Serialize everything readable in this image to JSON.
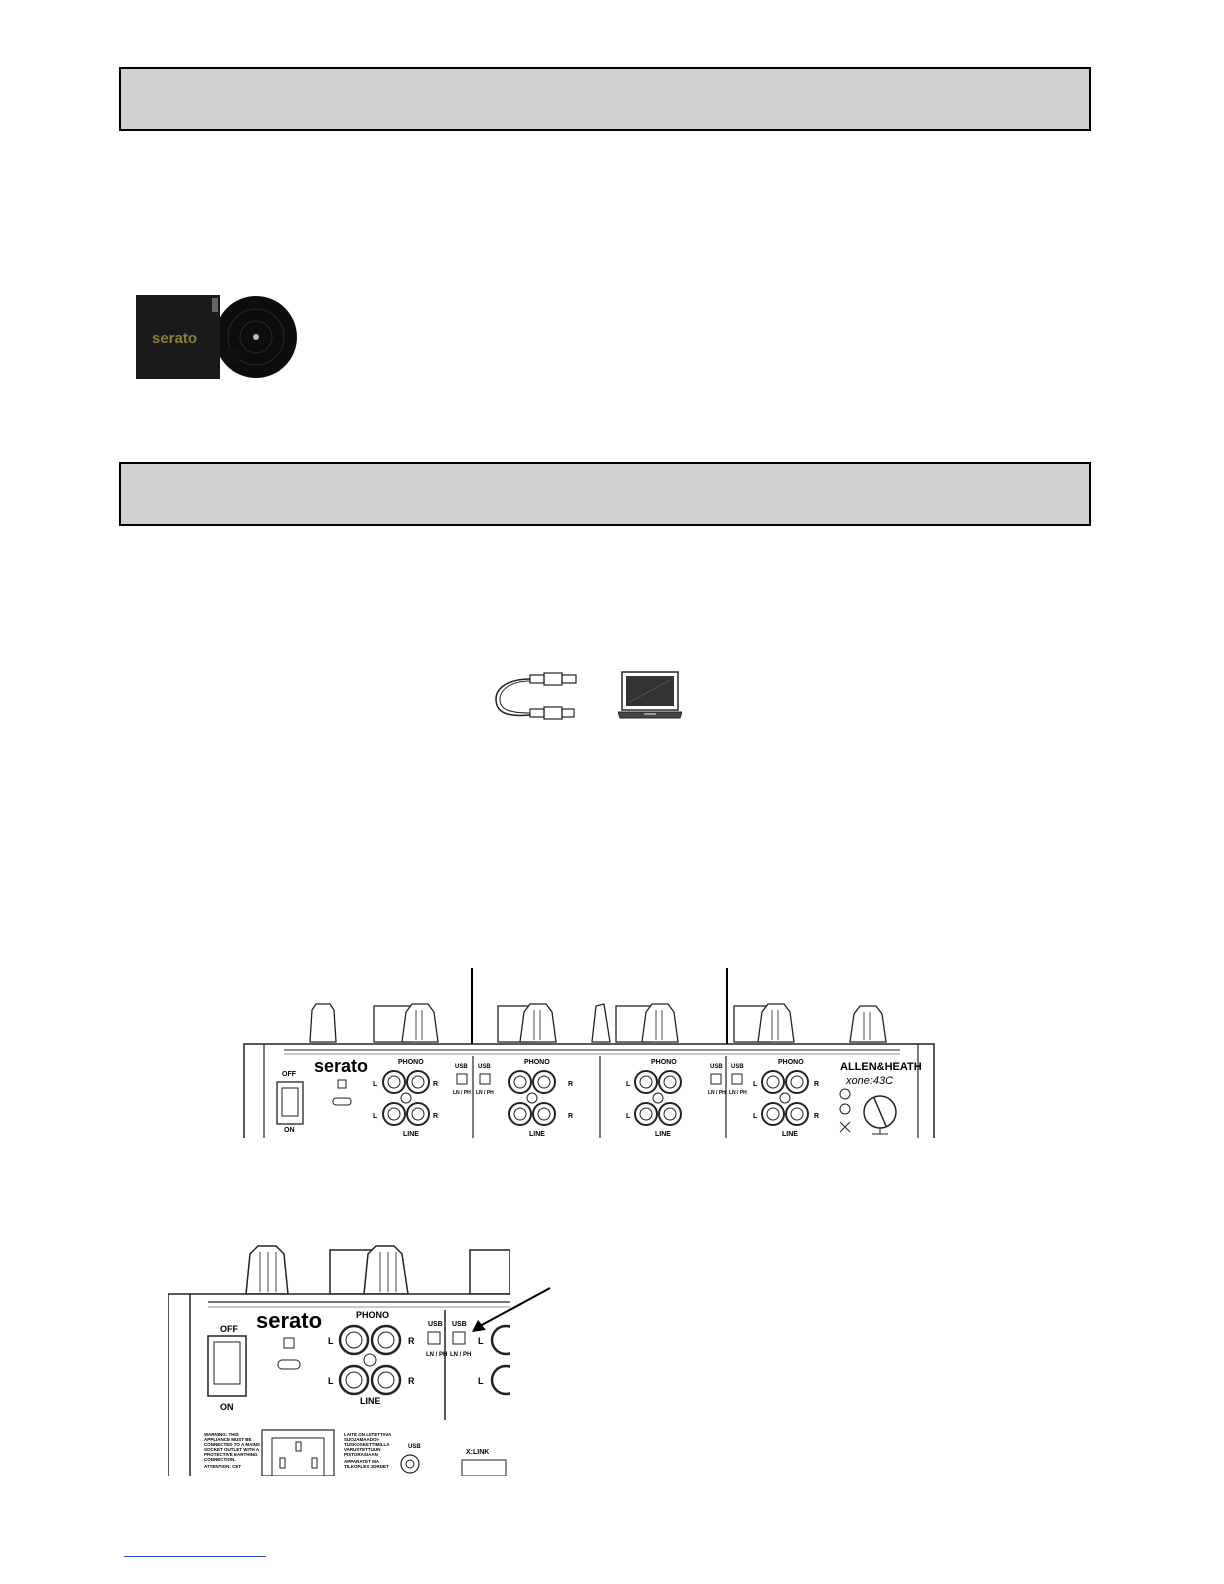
{
  "sections": {
    "header_1": "",
    "header_2": ""
  },
  "mixer": {
    "brand": "serato",
    "manufacturer": "ALLEN&HEATH",
    "model": "xone:43C",
    "phono": "PHONO",
    "line": "LINE",
    "usb": "USB",
    "ln_ph": "LN / PH",
    "off": "OFF",
    "on": "ON",
    "left": "L",
    "right": "R",
    "xlink": "X:LINK"
  },
  "rear_panel": {
    "warning_en": [
      "WARNING: THIS",
      "APPLIANCE MUST BE",
      "CONNECTED TO A MAINS",
      "SOCKET OUTLET WITH A",
      "PROTECTIVE EARTHING",
      "CONNECTION.",
      "ATTENTION: CET"
    ],
    "warning_fi": [
      "LAITE ON LIITETTAVA",
      "SUOJAMAADOI-",
      "TUSKOSKETTIMILLA",
      "VARUSTETTUUN",
      "PISTORASIAAN",
      "APPARATET MA",
      "TILKOPLES JORDET"
    ]
  },
  "colors": {
    "header_fill": "#d0d0d0",
    "link_underline": "#2a4fbf"
  }
}
